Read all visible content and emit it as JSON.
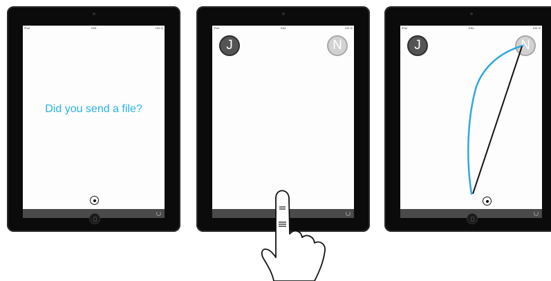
{
  "status_bar": {
    "carrier": "iPad",
    "clock": "9:54",
    "battery": "100 %"
  },
  "panel1": {
    "prompt": "Did you send a file?"
  },
  "panel2": {
    "avatar_left": "J",
    "avatar_right": "N"
  },
  "panel3": {
    "avatar_left": "J",
    "avatar_right": "N"
  },
  "icons": {
    "target": "target-icon",
    "refresh": "refresh-icon",
    "home": "home-button-icon",
    "hand": "pointing-hand-icon"
  },
  "colors": {
    "accent_text": "#2ab2e6",
    "gesture_line": "#2fa8e0",
    "straight_line": "#111111",
    "device_bezel": "#0b0b0b"
  }
}
